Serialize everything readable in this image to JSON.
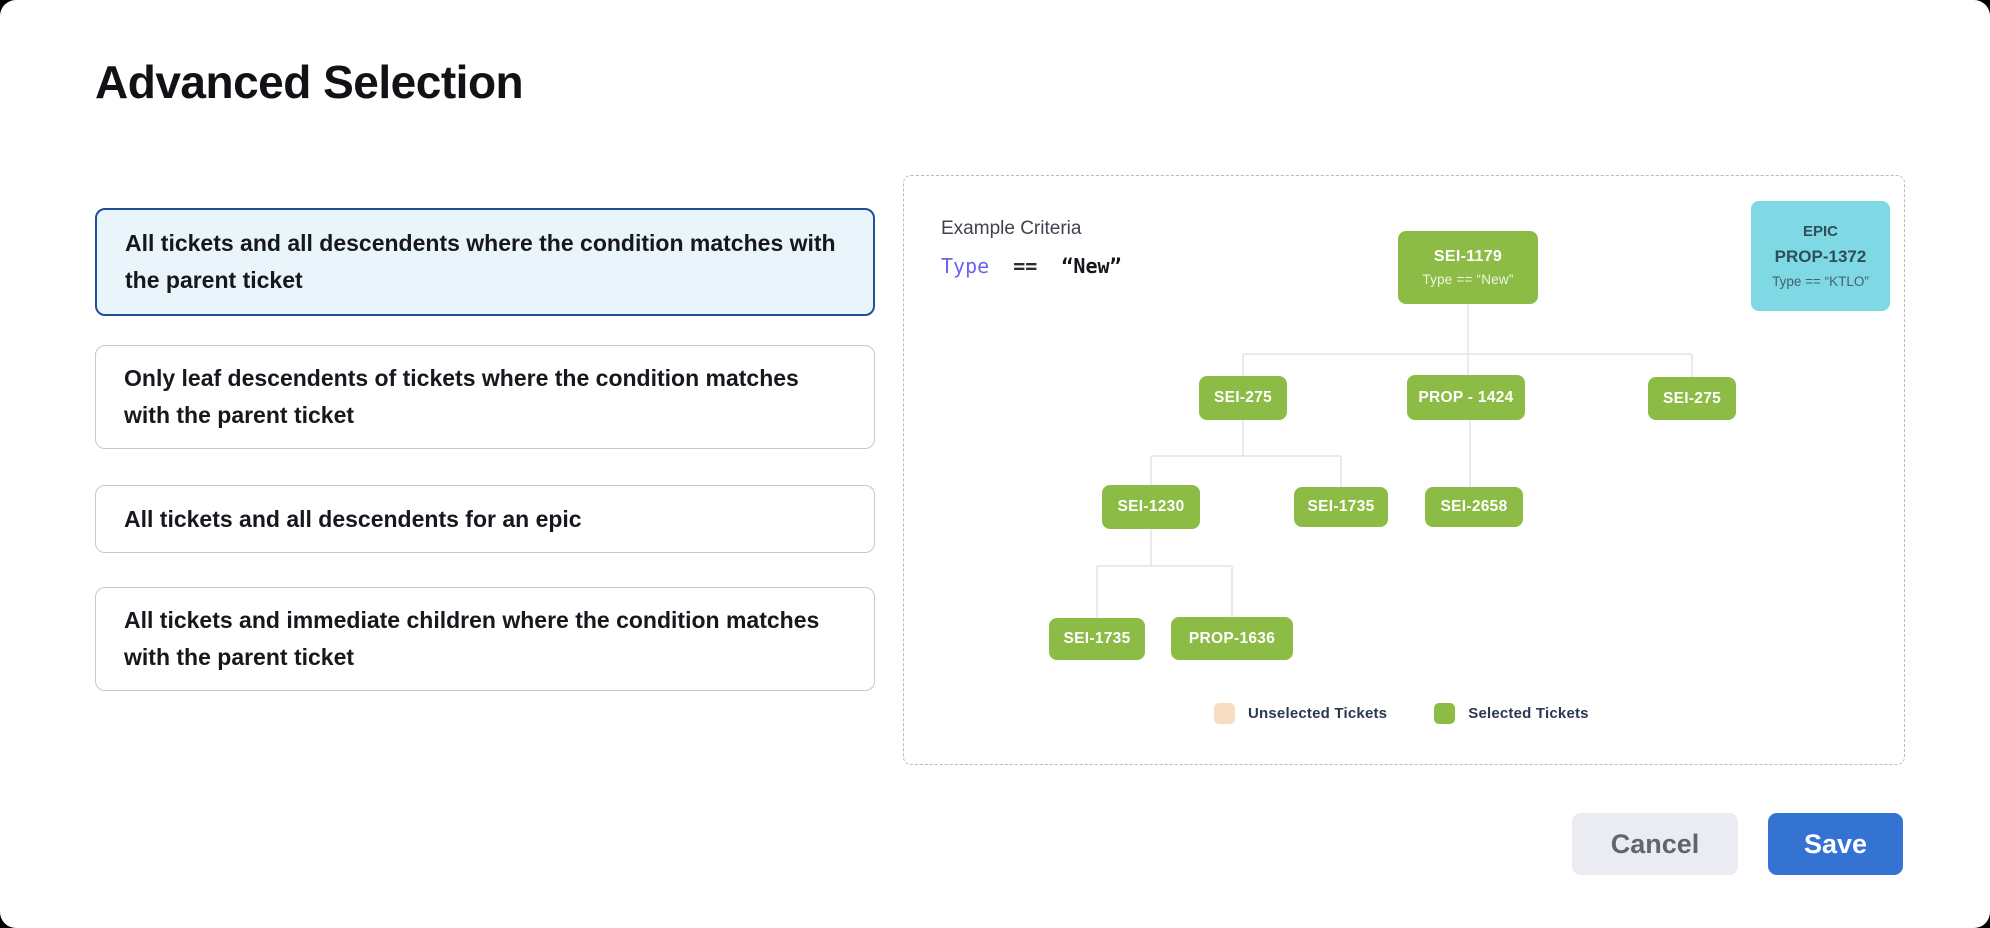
{
  "page": {
    "title": "Advanced Selection"
  },
  "options": [
    {
      "label": "All tickets and all descendents where the condition matches with the parent ticket",
      "selected": true
    },
    {
      "label": "Only leaf descendents of tickets where the condition matches with the parent ticket",
      "selected": false
    },
    {
      "label": "All tickets and all descendents for an epic",
      "selected": false
    },
    {
      "label": "All tickets and immediate children where the condition matches with the parent ticket",
      "selected": false
    }
  ],
  "example": {
    "label": "Example Criteria",
    "criteria": {
      "field": "Type",
      "operator": "==",
      "value": "“New”"
    }
  },
  "epic_card": {
    "type_label": "EPIC",
    "id": "PROP-1372",
    "criteria": "Type == “KTLO”"
  },
  "tree": {
    "nodes": [
      {
        "label": "SEI-1179",
        "sublabel": "Type == “New”"
      },
      {
        "label": "SEI-275"
      },
      {
        "label": "PROP - 1424"
      },
      {
        "label": "SEI-275"
      },
      {
        "label": "SEI-1230"
      },
      {
        "label": "SEI-1735"
      },
      {
        "label": "SEI-2658"
      },
      {
        "label": "SEI-1735"
      },
      {
        "label": "PROP-1636"
      }
    ]
  },
  "legend": [
    {
      "label": "Unselected Tickets"
    },
    {
      "label": "Selected Tickets"
    }
  ],
  "actions": {
    "cancel": "Cancel",
    "save": "Save"
  },
  "colors": {
    "selected_card_bg": "#eaf4fb",
    "selected_card_border": "#1d4f9c",
    "node_green": "#8cbc45",
    "epic_cyan": "#7fd9e5",
    "unselected_peach": "#f8ddc3",
    "save_blue": "#3573d3",
    "criteria_field_indigo": "#6c63f2",
    "connector_gray": "#e3e4e9"
  }
}
